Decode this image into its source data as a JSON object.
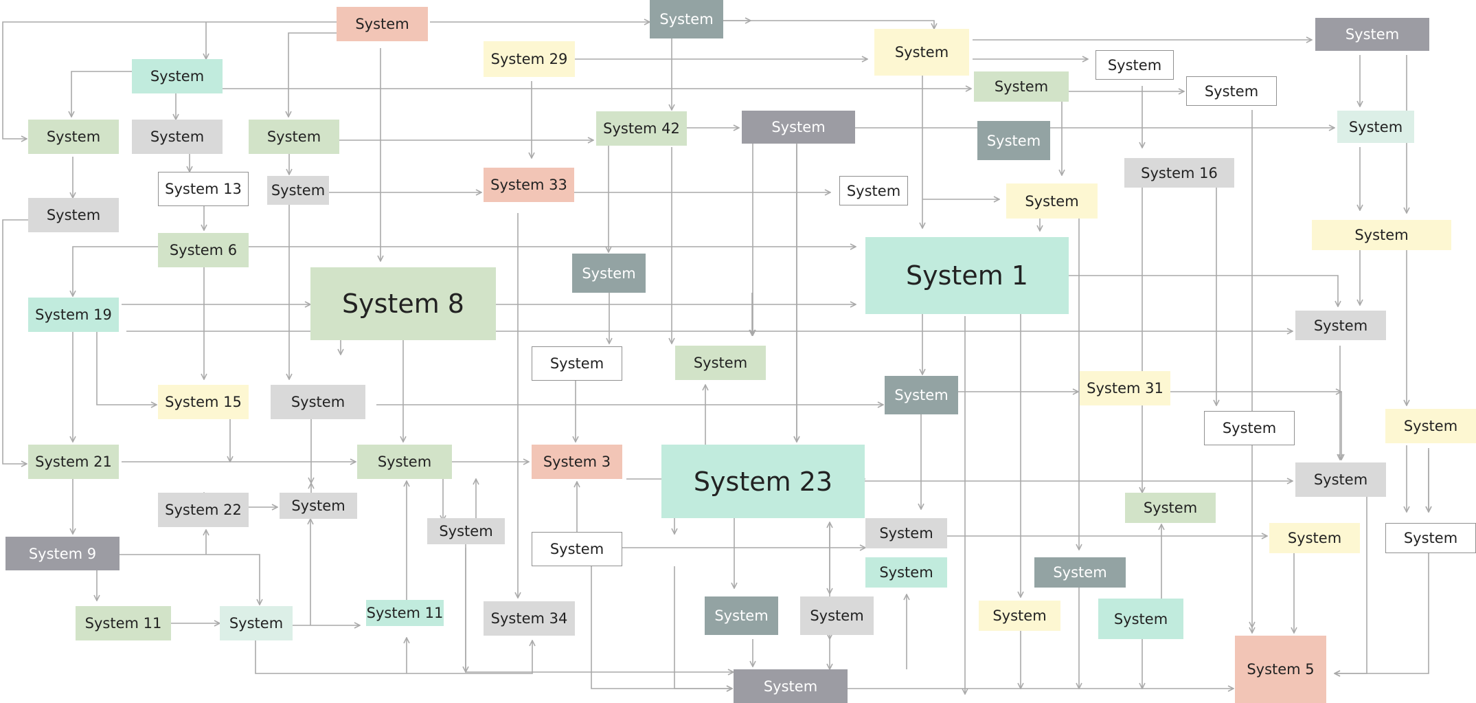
{
  "diagram": {
    "nodes": [
      {
        "id": "n01",
        "label": "System",
        "color": "salmon"
      },
      {
        "id": "n02",
        "label": "System",
        "color": "slate"
      },
      {
        "id": "n03",
        "label": "System 29",
        "color": "yellow"
      },
      {
        "id": "n04",
        "label": "System",
        "color": "yellow"
      },
      {
        "id": "n05",
        "label": "System",
        "color": "dkgray"
      },
      {
        "id": "n06",
        "label": "System",
        "color": "mint"
      },
      {
        "id": "n07",
        "label": "System",
        "color": "white"
      },
      {
        "id": "n08",
        "label": "System",
        "color": "sage"
      },
      {
        "id": "n09",
        "label": "System",
        "color": "white"
      },
      {
        "id": "n10",
        "label": "System",
        "color": "sage"
      },
      {
        "id": "n11",
        "label": "System",
        "color": "lgray"
      },
      {
        "id": "n12",
        "label": "System",
        "color": "sage"
      },
      {
        "id": "n13",
        "label": "System 42",
        "color": "sage"
      },
      {
        "id": "n14",
        "label": "System",
        "color": "dkgray"
      },
      {
        "id": "n15",
        "label": "System",
        "color": "slate"
      },
      {
        "id": "n16",
        "label": "System",
        "color": "palemint"
      },
      {
        "id": "n17",
        "label": "System 13",
        "color": "white"
      },
      {
        "id": "n18",
        "label": "System",
        "color": "lgray"
      },
      {
        "id": "n19",
        "label": "System 33",
        "color": "salmon"
      },
      {
        "id": "n20",
        "label": "System",
        "color": "white"
      },
      {
        "id": "n21",
        "label": "System 16",
        "color": "lgray"
      },
      {
        "id": "n22",
        "label": "System",
        "color": "lgray"
      },
      {
        "id": "n23",
        "label": "System",
        "color": "yellow"
      },
      {
        "id": "n24",
        "label": "System 6",
        "color": "sage"
      },
      {
        "id": "n25",
        "label": "System",
        "color": "yellow"
      },
      {
        "id": "n26",
        "label": "System 1",
        "color": "mint",
        "big": true
      },
      {
        "id": "n27",
        "label": "System",
        "color": "slate"
      },
      {
        "id": "n28",
        "label": "System 8",
        "color": "sage",
        "big": true
      },
      {
        "id": "n29",
        "label": "System 19",
        "color": "mint"
      },
      {
        "id": "n30",
        "label": "System",
        "color": "lgray"
      },
      {
        "id": "n31",
        "label": "System",
        "color": "white"
      },
      {
        "id": "n32",
        "label": "System",
        "color": "sage"
      },
      {
        "id": "n33",
        "label": "System 15",
        "color": "yellow"
      },
      {
        "id": "n34",
        "label": "System",
        "color": "lgray"
      },
      {
        "id": "n35",
        "label": "System",
        "color": "slate"
      },
      {
        "id": "n36",
        "label": "System 31",
        "color": "yellow"
      },
      {
        "id": "n37",
        "label": "System",
        "color": "white"
      },
      {
        "id": "n38",
        "label": "System",
        "color": "yellow"
      },
      {
        "id": "n39",
        "label": "System 21",
        "color": "sage"
      },
      {
        "id": "n40",
        "label": "System",
        "color": "sage"
      },
      {
        "id": "n41",
        "label": "System 3",
        "color": "salmon"
      },
      {
        "id": "n42",
        "label": "System 23",
        "color": "mint",
        "big": true
      },
      {
        "id": "n43",
        "label": "System",
        "color": "lgray"
      },
      {
        "id": "n44",
        "label": "System 22",
        "color": "lgray"
      },
      {
        "id": "n45",
        "label": "System",
        "color": "lgray"
      },
      {
        "id": "n46",
        "label": "System",
        "color": "lgray"
      },
      {
        "id": "n47",
        "label": "System",
        "color": "sage"
      },
      {
        "id": "n48",
        "label": "System",
        "color": "lgray"
      },
      {
        "id": "n49",
        "label": "System",
        "color": "yellow"
      },
      {
        "id": "n50",
        "label": "System 9",
        "color": "dkgray"
      },
      {
        "id": "n51",
        "label": "System",
        "color": "white"
      },
      {
        "id": "n52",
        "label": "System",
        "color": "white"
      },
      {
        "id": "n53",
        "label": "System",
        "color": "mint"
      },
      {
        "id": "n54",
        "label": "System",
        "color": "slate"
      },
      {
        "id": "n55",
        "label": "System 11",
        "color": "sage"
      },
      {
        "id": "n56",
        "label": "System",
        "color": "palemint"
      },
      {
        "id": "n57",
        "label": "System 11",
        "color": "mint"
      },
      {
        "id": "n58",
        "label": "System 34",
        "color": "lgray"
      },
      {
        "id": "n59",
        "label": "System",
        "color": "slate"
      },
      {
        "id": "n60",
        "label": "System",
        "color": "lgray"
      },
      {
        "id": "n61",
        "label": "System",
        "color": "yellow"
      },
      {
        "id": "n62",
        "label": "System",
        "color": "mint"
      },
      {
        "id": "n63",
        "label": "System 5",
        "color": "salmon"
      },
      {
        "id": "n64",
        "label": "System",
        "color": "dkgray"
      }
    ],
    "palette": {
      "salmon": "#f2c5b6",
      "slate": "#93a3a3",
      "dkgray": "#9c9ca3",
      "yellow": "#fdf7d2",
      "mint": "#c1ebdd",
      "sage": "#d2e3c8",
      "lgray": "#d9d9d9",
      "palemint": "#dcefe7",
      "white": "#ffffff",
      "edge": "#a9a9a9"
    }
  }
}
